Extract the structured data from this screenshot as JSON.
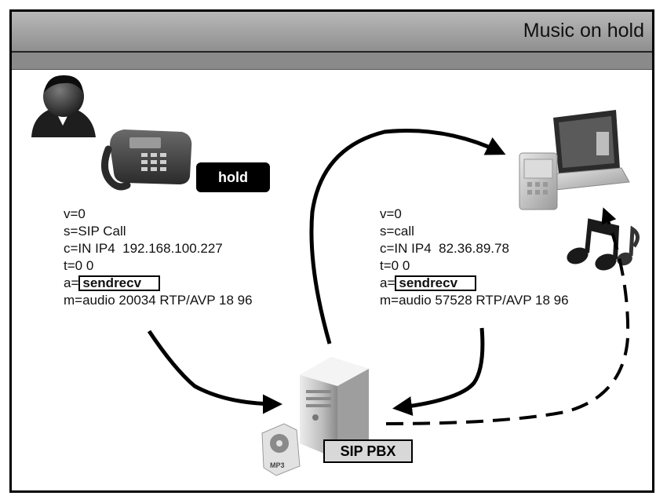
{
  "title": "Music on hold",
  "hold_label": "hold",
  "pbx_label": "SIP PBX",
  "mp3_label": "MP3",
  "left_sdp": {
    "v": "v=0",
    "s": "s=SIP Call",
    "c": "c=IN IP4  192.168.100.227",
    "t": "t=0 0",
    "a_prefix": "a=",
    "a_value": "sendrecv",
    "m": "m=audio 20034 RTP/AVP 18 96"
  },
  "right_sdp": {
    "v": "v=0",
    "s": "s=call",
    "c": "c=IN IP4  82.36.89.78",
    "t": "t=0 0",
    "a_prefix": "a=",
    "a_value": "sendrecv",
    "m": "m=audio 57528 RTP/AVP 18 96"
  },
  "icons": {
    "user": "user-avatar-icon",
    "phone": "desk-phone-icon",
    "laptop": "laptop-icon",
    "music": "music-notes-icon",
    "server": "server-icon",
    "mp3": "mp3-file-icon"
  }
}
